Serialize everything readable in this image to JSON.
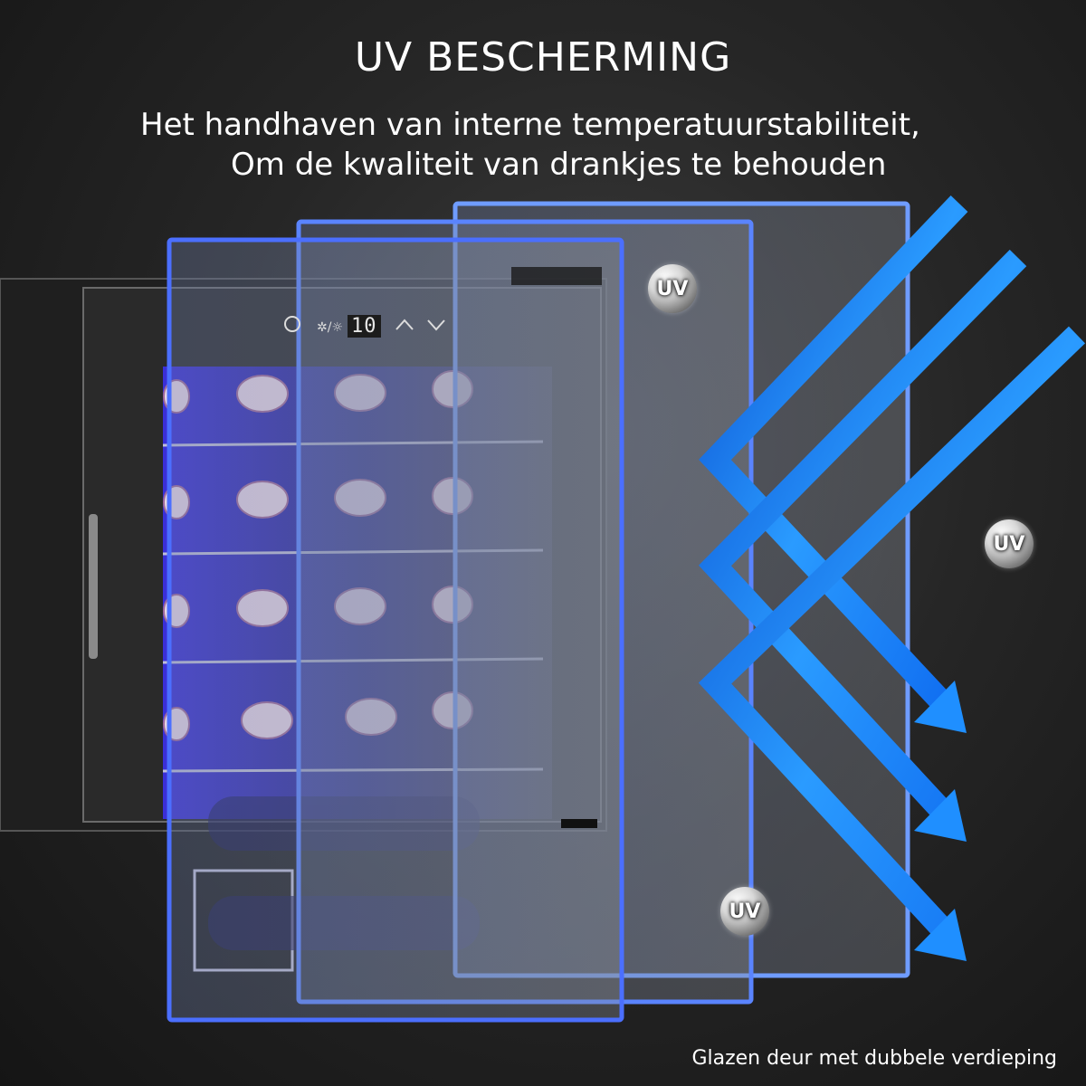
{
  "title": "UV BESCHERMING",
  "subtitle_line1": "Het handhaven van interne temperatuurstabiliteit,",
  "subtitle_line2": "Om de kwaliteit van drankjes te behouden",
  "caption": "Glazen deur met dubbele verdieping",
  "uv_badge_text": "UV",
  "control_panel": {
    "temperature_display": "10",
    "icons": [
      "snowflake-icon",
      "light-toggle-icon",
      "arrow-up-icon",
      "arrow-down-icon"
    ]
  },
  "colors": {
    "background": "#262626",
    "glass_border": "#4b6fff",
    "arrow": "#1f8fff",
    "interior_light": "#3b3fd6"
  }
}
